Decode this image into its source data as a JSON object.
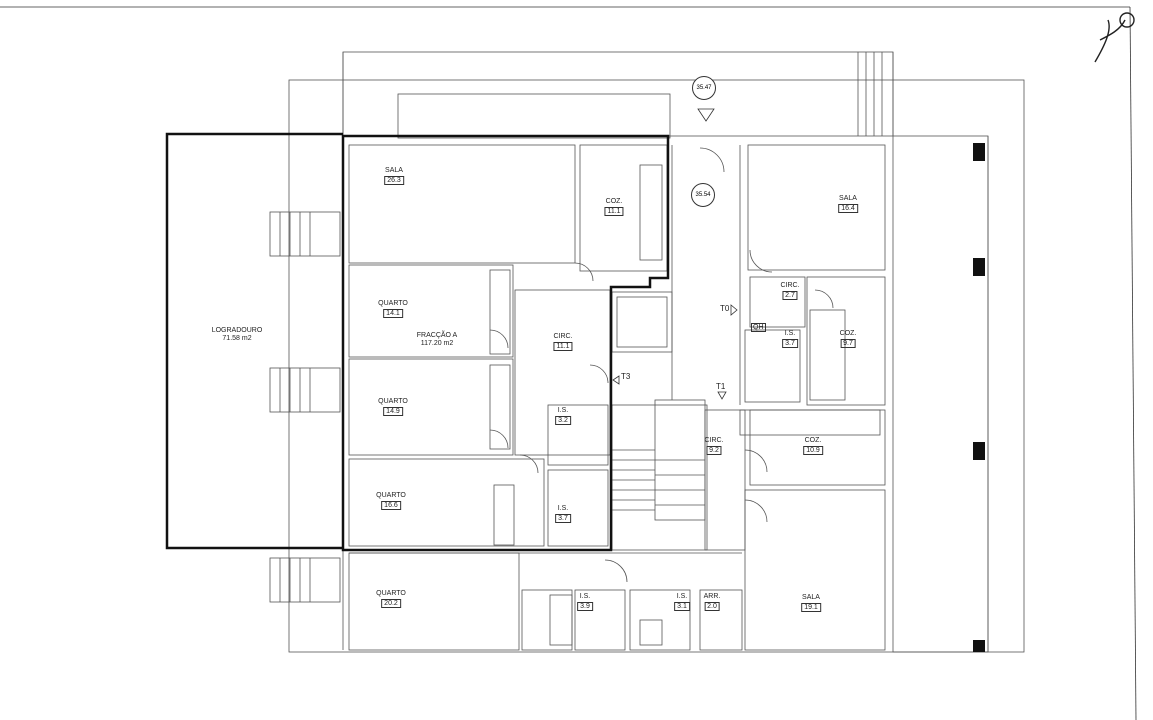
{
  "rooms": {
    "sala_a": {
      "name": "SALA",
      "area": "26.3"
    },
    "coz_a": {
      "name": "COZ.",
      "area": "11.1"
    },
    "quarto_1": {
      "name": "QUARTO",
      "area": "14.1"
    },
    "fraccao": {
      "name": "FRACÇÃO A",
      "area": "117.20 m2"
    },
    "circ_a": {
      "name": "CIRC.",
      "area": "11.1"
    },
    "quarto_2": {
      "name": "QUARTO",
      "area": "14.9"
    },
    "is_a1": {
      "name": "I.S.",
      "area": "3.2"
    },
    "quarto_3": {
      "name": "QUARTO",
      "area": "16.6"
    },
    "is_a2": {
      "name": "I.S.",
      "area": "3.7"
    },
    "logradouro": {
      "name": "LOGRADOURO",
      "area": "71.58 m2"
    },
    "quarto_4": {
      "name": "QUARTO",
      "area": "20.2"
    },
    "is_b1": {
      "name": "I.S.",
      "area": "3.9"
    },
    "is_b2": {
      "name": "I.S.",
      "area": "3.1"
    },
    "arr": {
      "name": "ARR.",
      "area": "2.0"
    },
    "sala_b": {
      "name": "SALA",
      "area": "19.1"
    },
    "sala_c": {
      "name": "SALA",
      "area": "16.4"
    },
    "circ_c": {
      "name": "CIRC.",
      "area": "2.7"
    },
    "coz_c": {
      "name": "COZ.",
      "area": "9.7"
    },
    "is_c": {
      "name": "I.S.",
      "area": "3.7"
    },
    "circ_b": {
      "name": "CIRC.",
      "area": "9.2"
    },
    "coz_b": {
      "name": "COZ.",
      "area": "10.9"
    }
  },
  "markers": {
    "t0": "T0",
    "t1": "T1",
    "t3": "T3",
    "qh": "QH",
    "level_1": "35.47",
    "level_2": "35.54"
  },
  "signature": "pf"
}
